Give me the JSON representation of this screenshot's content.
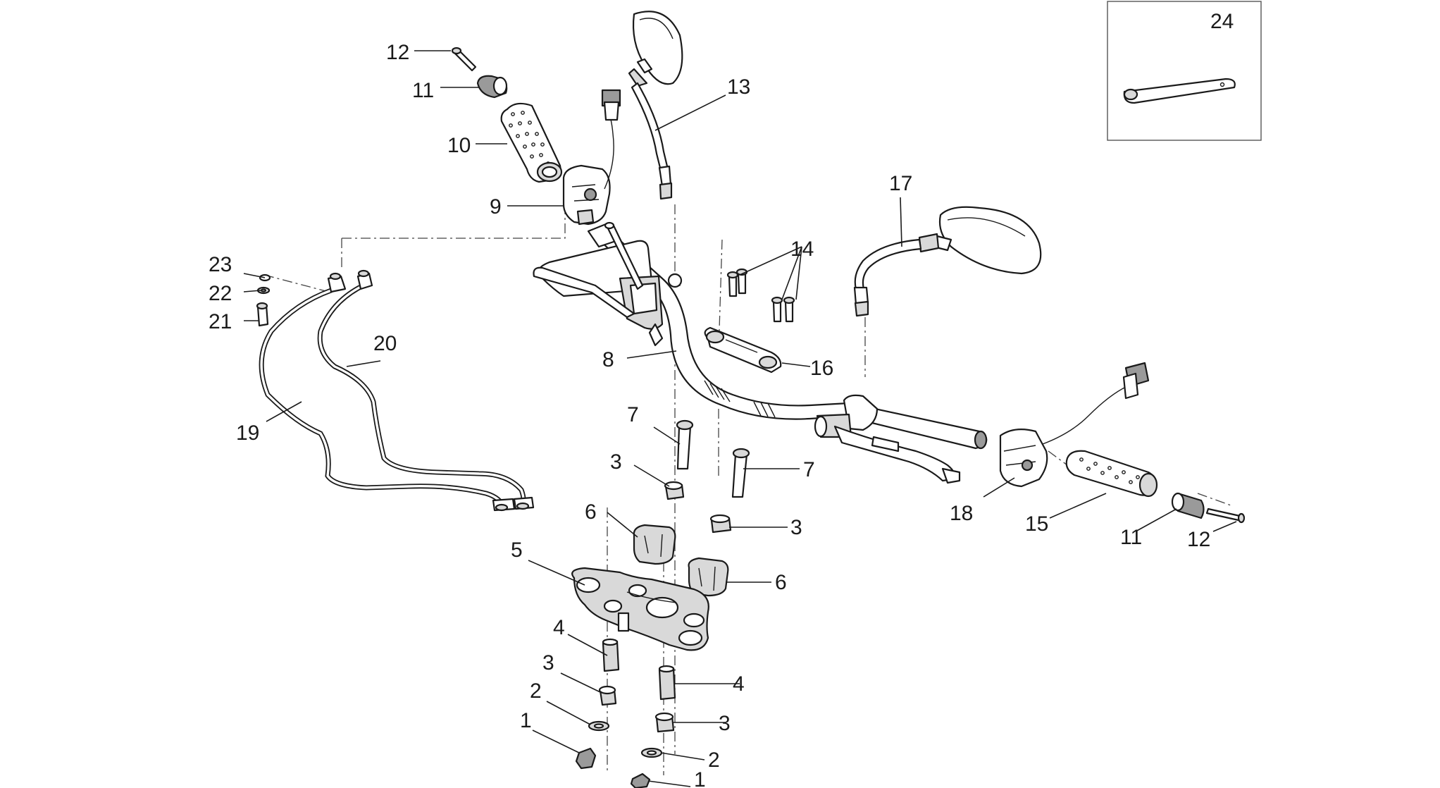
{
  "labels": [
    "1",
    "2",
    "3",
    "4",
    "5",
    "6",
    "7",
    "8",
    "9",
    "10",
    "11",
    "12",
    "13",
    "14",
    "15",
    "16",
    "17",
    "18",
    "19",
    "20",
    "21",
    "22",
    "23",
    "24"
  ],
  "callouts": [
    {
      "id": "12",
      "text": "12"
    },
    {
      "id": "11",
      "text": "11"
    },
    {
      "id": "10",
      "text": "10"
    },
    {
      "id": "9",
      "text": "9"
    },
    {
      "id": "13",
      "text": "13"
    },
    {
      "id": "17",
      "text": "17"
    },
    {
      "id": "14",
      "text": "14"
    },
    {
      "id": "16",
      "text": "16"
    },
    {
      "id": "8",
      "text": "8"
    },
    {
      "id": "23",
      "text": "23"
    },
    {
      "id": "22",
      "text": "22"
    },
    {
      "id": "21",
      "text": "21"
    },
    {
      "id": "20",
      "text": "20"
    },
    {
      "id": "19",
      "text": "19"
    },
    {
      "id": "7",
      "text": "7"
    },
    {
      "id": "3",
      "text": "3"
    },
    {
      "id": "6",
      "text": "6"
    },
    {
      "id": "5",
      "text": "5"
    },
    {
      "id": "4",
      "text": "4"
    },
    {
      "id": "2",
      "text": "2"
    },
    {
      "id": "1",
      "text": "1"
    },
    {
      "id": "18",
      "text": "18"
    },
    {
      "id": "15",
      "text": "15"
    },
    {
      "id": "24",
      "text": "24"
    }
  ]
}
